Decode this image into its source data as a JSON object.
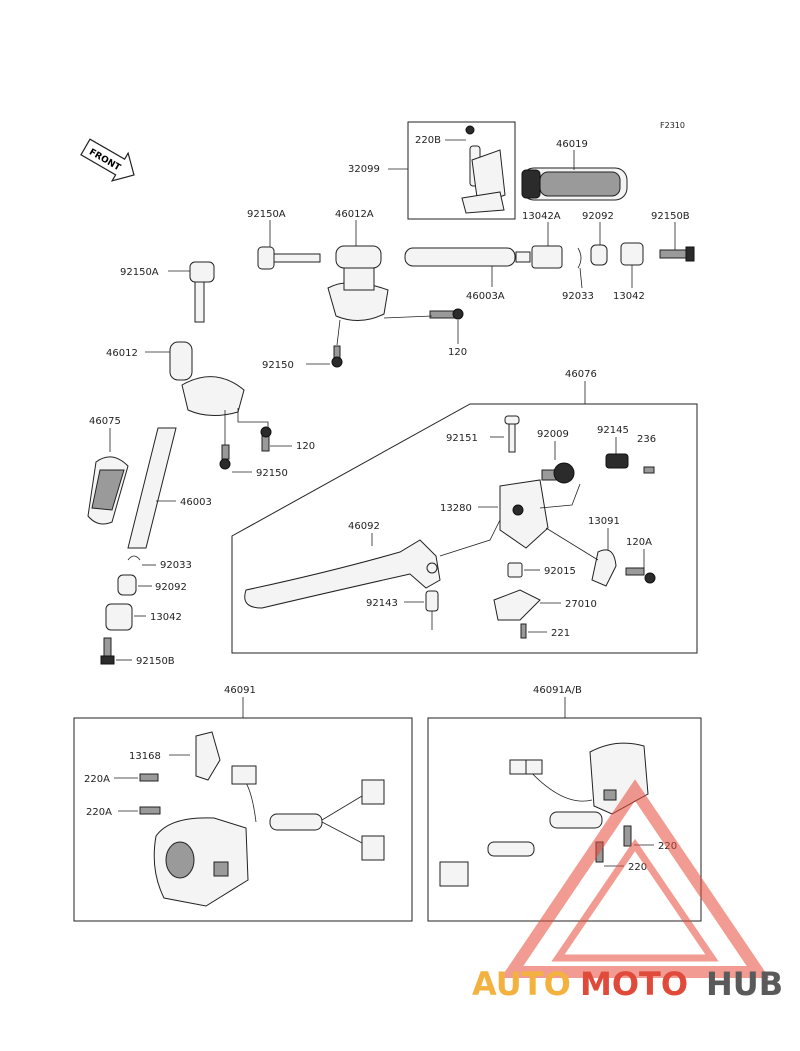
{
  "figure_code": "F2310",
  "front_arrow": {
    "text": "FRONT"
  },
  "labels": {
    "l_46019": "46019",
    "l_32099": "32099",
    "l_220B": "220B",
    "l_13042A": "13042A",
    "l_92092_top": "92092",
    "l_92150B_top": "92150B",
    "l_92150A_top": "92150A",
    "l_46012A": "46012A",
    "l_46003A": "46003A",
    "l_92033_top": "92033",
    "l_13042_top": "13042",
    "l_92150A_left": "92150A",
    "l_46012": "46012",
    "l_92150_top": "92150",
    "l_120_top": "120",
    "l_46075": "46075",
    "l_120_mid": "120",
    "l_92150_mid": "92150",
    "l_46003": "46003",
    "l_92033_left": "92033",
    "l_92092_left": "92092",
    "l_13042_left": "13042",
    "l_92150B_left": "92150B",
    "l_46076": "46076",
    "l_92151": "92151",
    "l_92009": "92009",
    "l_92145": "92145",
    "l_236": "236",
    "l_13280": "13280",
    "l_46092": "46092",
    "l_13091": "13091",
    "l_120A": "120A",
    "l_92015": "92015",
    "l_92143": "92143",
    "l_27010": "27010",
    "l_221": "221",
    "l_46091": "46091",
    "l_46091AB": "46091A/B",
    "l_13168": "13168",
    "l_220A_1": "220A",
    "l_220A_2": "220A",
    "l_220_1": "220",
    "l_220_2": "220"
  },
  "watermark": {
    "part1": "AUTO",
    "part2": "MOTO",
    "part3": "HUB"
  },
  "colors": {
    "line": "#222222",
    "watermark_orange": "#f3b23f",
    "watermark_red": "#e04a3a",
    "watermark_gray": "#5a5a5a",
    "watermark_triangle": "#e64a3a"
  }
}
